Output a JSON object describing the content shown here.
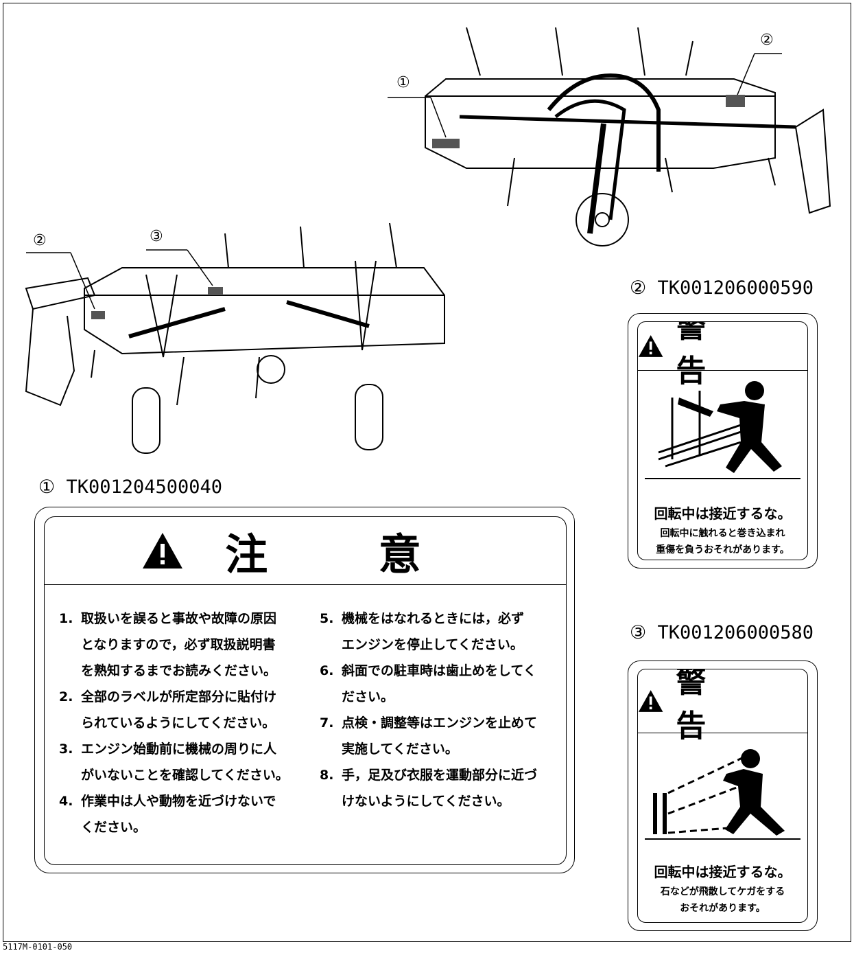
{
  "callouts": {
    "top_right_1": "①",
    "top_right_2": "②",
    "left_2": "②",
    "left_3": "③"
  },
  "labels": {
    "label1": {
      "id": "① TK001204500040",
      "heading": "注 意",
      "items_left": [
        {
          "num": "1.",
          "text": "取扱いを誤ると事故や故障の原因\nとなりますので，必ず取扱説明書\nを熟知するまでお読みください。"
        },
        {
          "num": "2.",
          "text": "全部のラベルが所定部分に貼付け\nられているようにしてください。"
        },
        {
          "num": "3.",
          "text": "エンジン始動前に機械の周りに人\nがいないことを確認してください。"
        },
        {
          "num": "4.",
          "text": "作業中は人や動物を近づけないで\nください。"
        }
      ],
      "items_right": [
        {
          "num": "5.",
          "text": "機械をはなれるときには，必ず\nエンジンを停止してください。"
        },
        {
          "num": "6.",
          "text": "斜面での駐車時は歯止めをしてく\nださい。"
        },
        {
          "num": "7.",
          "text": "点検・調整等はエンジンを止めて\n実施してください。"
        },
        {
          "num": "8.",
          "text": "手，足及び衣服を運動部分に近づ\nけないようにしてください。"
        }
      ]
    },
    "label2": {
      "id": "② TK001206000590",
      "heading": "警 告",
      "main": "回転中は接近するな。",
      "sub1": "回転中に触れると巻き込まれ",
      "sub2": "重傷を負うおそれがあります。",
      "icon": "entanglement-hazard-pictogram"
    },
    "label3": {
      "id": "③ TK001206000580",
      "heading": "警 告",
      "main": "回転中は接近するな。",
      "sub1": "石などが飛散してケガをする",
      "sub2": "おそれがあります。",
      "icon": "flying-debris-hazard-pictogram"
    }
  },
  "footer": {
    "code": "5117M-0101-050"
  }
}
